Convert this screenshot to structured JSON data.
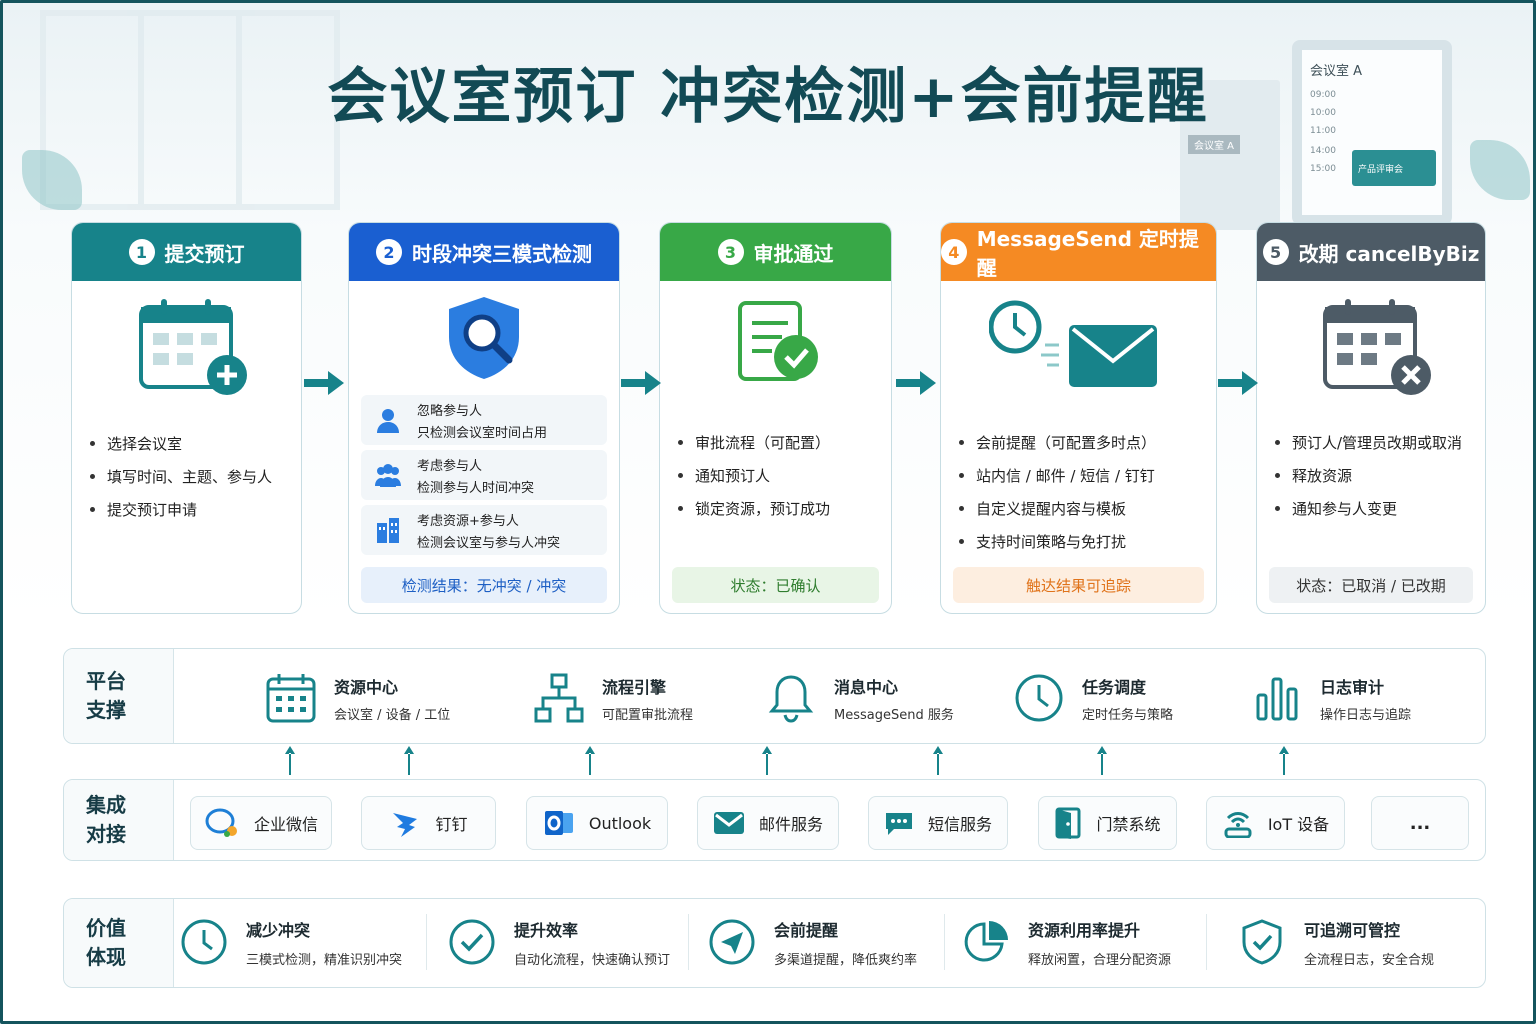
{
  "title": "会议室预订 冲突检测+会前提醒",
  "background": {
    "board_title": "会议室 A",
    "board_times": [
      "09:00",
      "10:00",
      "11:00",
      "14:00",
      "15:00"
    ],
    "board_event": "产品评审会",
    "door_sign": "会议室 A"
  },
  "steps": [
    {
      "num": "1",
      "title": "提交预订",
      "color": "#17838a",
      "icon": "calendar-add-icon",
      "bullets": [
        "选择会议室",
        "填写时间、主题、参与人",
        "提交预订申请"
      ]
    },
    {
      "num": "2",
      "title": "时段冲突三模式检测",
      "color": "#1a5fd1",
      "icon": "shield-search-icon",
      "modes": [
        {
          "icon": "person-icon",
          "title": "忽略参与人",
          "desc": "只检测会议室时间占用"
        },
        {
          "icon": "people-icon",
          "title": "考虑参与人",
          "desc": "检测参与人时间冲突"
        },
        {
          "icon": "building-icon",
          "title": "考虑资源+参与人",
          "desc": "检测会议室与参与人冲突"
        }
      ],
      "status": "检测结果：无冲突 / 冲突",
      "status_bg": "#e7f0fb",
      "status_color": "#1d5fc4"
    },
    {
      "num": "3",
      "title": "审批通过",
      "color": "#38a847",
      "icon": "document-check-icon",
      "bullets": [
        "审批流程（可配置）",
        "通知预订人",
        "锁定资源，预订成功"
      ],
      "status": "状态：已确认",
      "status_bg": "#e8f5e6",
      "status_color": "#2f7d2e"
    },
    {
      "num": "4",
      "title": "MessageSend 定时提醒",
      "color": "#f58a23",
      "icon": "clock-mail-icon",
      "bullets": [
        "会前提醒（可配置多时点）",
        "站内信 / 邮件 / 短信 / 钉钉",
        "自定义提醒内容与模板",
        "支持时间策略与免打扰"
      ],
      "status": "触达结果可追踪",
      "status_bg": "#fdeee0",
      "status_color": "#e0731a"
    },
    {
      "num": "5",
      "title": "改期 cancelByBiz",
      "color": "#4d5b66",
      "icon": "calendar-cancel-icon",
      "bullets": [
        "预订人/管理员改期或取消",
        "释放资源",
        "通知参与人变更"
      ],
      "status": "状态：已取消 / 已改期",
      "status_bg": "#eef1f3",
      "status_color": "#333333"
    }
  ],
  "platform": {
    "label": [
      "平台",
      "支撑"
    ],
    "items": [
      {
        "icon": "calendar-grid-icon",
        "title": "资源中心",
        "desc": "会议室 / 设备 / 工位"
      },
      {
        "icon": "flow-icon",
        "title": "流程引擎",
        "desc": "可配置审批流程"
      },
      {
        "icon": "bell-icon",
        "title": "消息中心",
        "desc": "MessageSend 服务"
      },
      {
        "icon": "clock-icon",
        "title": "任务调度",
        "desc": "定时任务与策略"
      },
      {
        "icon": "bar-chart-icon",
        "title": "日志审计",
        "desc": "操作日志与追踪"
      }
    ]
  },
  "integration": {
    "label": [
      "集成",
      "对接"
    ],
    "items": [
      {
        "icon": "wecom-icon",
        "label": "企业微信"
      },
      {
        "icon": "dingtalk-icon",
        "label": "钉钉"
      },
      {
        "icon": "outlook-icon",
        "label": "Outlook"
      },
      {
        "icon": "mail-icon",
        "label": "邮件服务"
      },
      {
        "icon": "sms-icon",
        "label": "短信服务"
      },
      {
        "icon": "door-icon",
        "label": "门禁系统"
      },
      {
        "icon": "iot-icon",
        "label": "IoT 设备"
      },
      {
        "icon": "more-icon",
        "label": "..."
      }
    ]
  },
  "value": {
    "label": [
      "价值",
      "体现"
    ],
    "items": [
      {
        "icon": "clock-icon",
        "title": "减少冲突",
        "desc": "三模式检测，精准识别冲突"
      },
      {
        "icon": "check-circle-icon",
        "title": "提升效率",
        "desc": "自动化流程，快速确认预订"
      },
      {
        "icon": "send-icon",
        "title": "会前提醒",
        "desc": "多渠道提醒，降低爽约率"
      },
      {
        "icon": "pie-chart-icon",
        "title": "资源利用率提升",
        "desc": "释放闲置，合理分配资源"
      },
      {
        "icon": "shield-check-icon",
        "title": "可追溯可管控",
        "desc": "全流程日志，安全合规"
      }
    ]
  }
}
